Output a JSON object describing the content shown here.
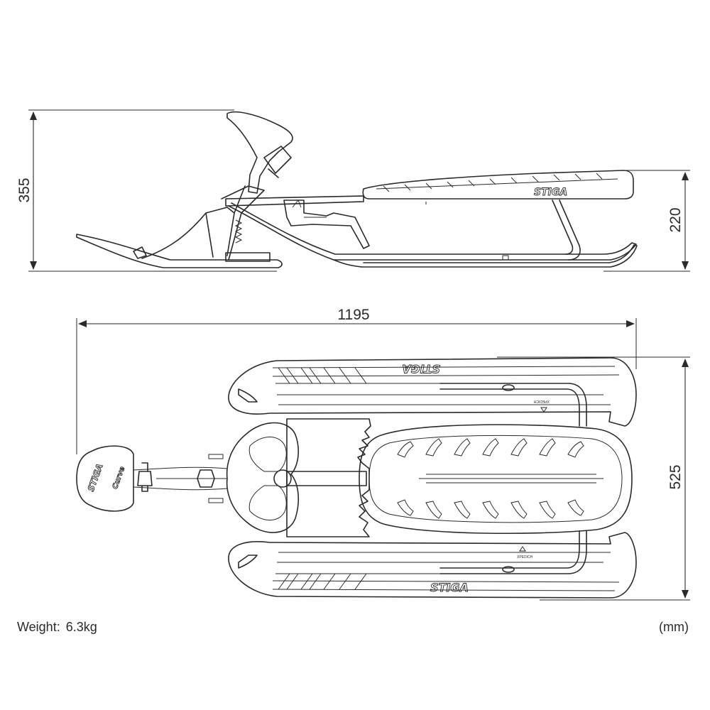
{
  "dimensions": {
    "total_height": "355",
    "seat_height": "220",
    "length": "1195",
    "width": "525"
  },
  "weight": {
    "label": "Weight:",
    "value": "6.3kg"
  },
  "units": "(mm)",
  "brand": {
    "logo_text": "STIGA",
    "steering_logo_text": "STIGA",
    "handle_logo_text": "Curve",
    "marker_text": "XPEDICH"
  }
}
